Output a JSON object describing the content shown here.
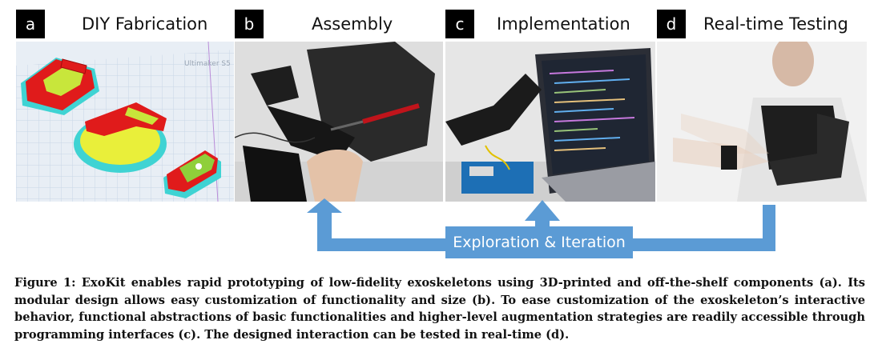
{
  "panels": [
    {
      "letter": "a",
      "title": "DIY Fabrication",
      "printer_label": "Ultimaker S5"
    },
    {
      "letter": "b",
      "title": "Assembly"
    },
    {
      "letter": "c",
      "title": "Implementation"
    },
    {
      "letter": "d",
      "title": "Real-time Testing"
    }
  ],
  "loop_label": "Exploration & Iteration",
  "caption": "Figure 1: ExoKit enables rapid prototyping of low-fidelity exoskeletons using 3D-printed and off-the-shelf components (a). Its modular design allows easy customization of functionality and size (b). To ease customization of the exoskeleton’s interactive behavior, functional abstractions of basic functionalities and higher-level augmentation strategies are readily accessible through programming interfaces (c). The designed interaction can be tested in real-time (d).",
  "colors": {
    "accent": "#5b9bd5",
    "badge": "#000000"
  }
}
